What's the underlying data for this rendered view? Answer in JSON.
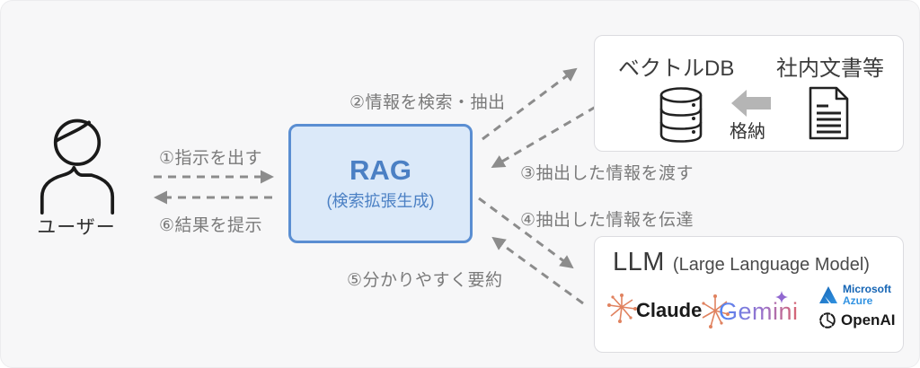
{
  "colors": {
    "canvas_bg": "#f7f7f8",
    "arrow_gray": "#8c8c8c",
    "label_gray": "#7a7a7a",
    "rag_fill": "#dbe9f9",
    "rag_border": "#5a8ed2",
    "rag_text": "#4b80c4",
    "panel_border": "#dcdce0",
    "claude_coral": "#e0825f",
    "gemini_gradient_start": "#4e86f6",
    "gemini_gradient_mid": "#9b72cb",
    "gemini_gradient_end": "#d96570",
    "microsoft_blue": "#1464b4",
    "azure_blue": "#3293e2"
  },
  "user": {
    "label": "ユーザー"
  },
  "rag_box": {
    "title": "RAG",
    "subtitle": "(検索拡張生成)"
  },
  "flow_labels": {
    "step1": "①指示を出す",
    "step2": "②情報を検索・抽出",
    "step3": "③抽出した情報を渡す",
    "step4": "④抽出した情報を伝達",
    "step5": "⑤分かりやすく要約",
    "step6": "⑥結果を提示"
  },
  "vector_db_box": {
    "title_db": "ベクトルDB",
    "title_docs": "社内文書等",
    "store_label": "格納"
  },
  "llm_box": {
    "title": "LLM",
    "subtitle": "(Large Language Model)",
    "claude_label": "Claude",
    "gemini_label": "Gemini",
    "microsoft_label": "Microsoft",
    "azure_label": "Azure",
    "openai_label": "OpenAI"
  }
}
